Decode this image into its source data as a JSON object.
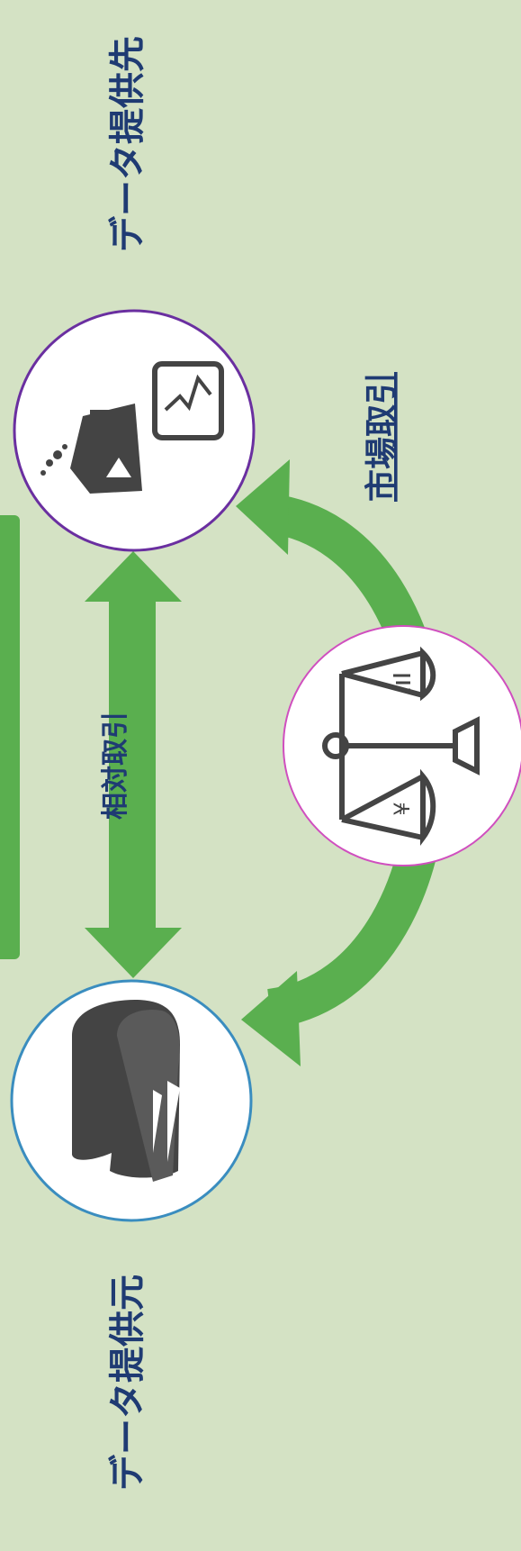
{
  "labels": {
    "provider_dest": "データ提供先",
    "provider_src": "データ提供元",
    "bilateral_trade": "相対取引",
    "market_trade": "市場取引"
  },
  "icons": {
    "top_node": "lab-analysis-icon",
    "bottom_node": "people-icon",
    "middle_node": "balance-scale-icon"
  },
  "colors": {
    "background": "#d4e2c4",
    "arrow": "#5aaf4f",
    "text": "#1f3b73",
    "top_node_border": "#6a2fa0",
    "bottom_node_border": "#3a8dbf",
    "middle_node_border": "#d04fbf",
    "icon": "#444444"
  }
}
